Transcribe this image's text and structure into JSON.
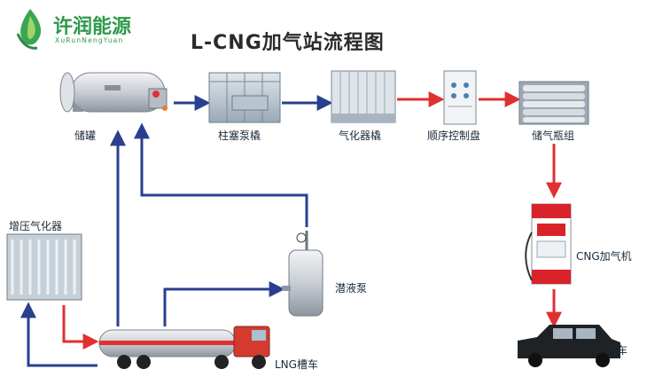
{
  "brand": {
    "name_cn": "许润能源",
    "name_en": "XuRunNengYuan",
    "color": "#2e9a4a"
  },
  "title": "L-CNG加气站流程图",
  "nodes": {
    "storage_tank": "储罐",
    "piston_pump_skid": "柱塞泵橇",
    "vaporizer_skid": "气化器橇",
    "sequence_panel": "顺序控制盘",
    "gas_cylinder_group": "储气瓶组",
    "booster_vaporizer": "增压气化器",
    "submersible_pump": "潜液泵",
    "cng_dispenser": "CNG加气机",
    "lng_truck": "LNG槽车",
    "car": "汽车"
  },
  "colors": {
    "liquid_line": "#2a3f8f",
    "gas_line": "#e03030"
  }
}
